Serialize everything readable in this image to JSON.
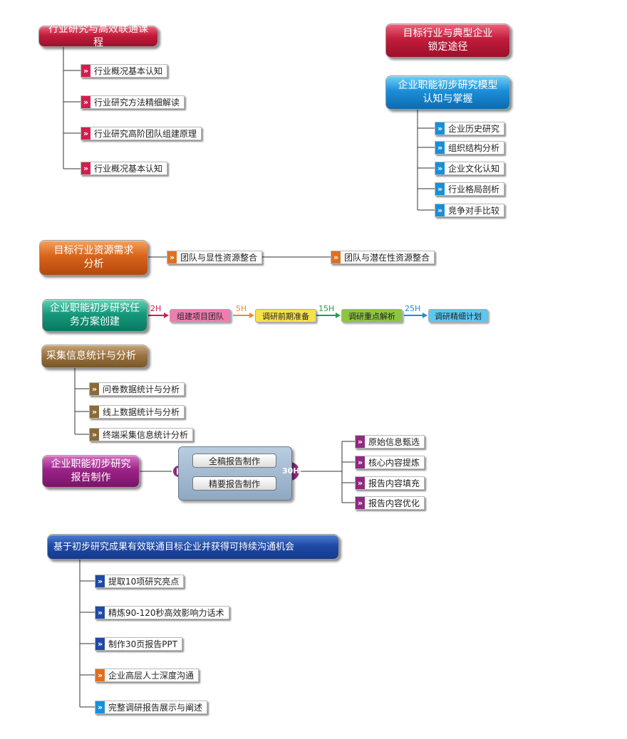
{
  "left_course": {
    "title": "行业研究与高效联通课程",
    "items": [
      "行业概况基本认知",
      "行业研究方法精细解读",
      "行业研究高阶团队组建原理",
      "行业概况基本认知"
    ]
  },
  "target_path": {
    "title": "目标行业与典型企业锁定途径"
  },
  "model": {
    "title": "企业职能初步研究模型认知与掌握",
    "items": [
      "企业历史研究",
      "组织结构分析",
      "企业文化认知",
      "行业格局剖析",
      "竞争对手比较"
    ]
  },
  "resource": {
    "title": "目标行业资源需求分析",
    "items": [
      "团队与显性资源整合",
      "团队与潜在性资源整合"
    ]
  },
  "task": {
    "title": "企业职能初步研究任务方案创建",
    "durations": [
      "2H",
      "5H",
      "15H",
      "25H"
    ],
    "steps": [
      "组建项目团队",
      "调研前期准备",
      "调研重点解析",
      "调研精细计划"
    ]
  },
  "collect": {
    "title": "采集信息统计与分析",
    "items": [
      "问卷数据统计与分析",
      "线上数据统计与分析",
      "终端采集信息统计分析"
    ]
  },
  "report": {
    "title": "企业职能初步研究报告制作",
    "buttons": [
      "全稿报告制作",
      "精要报告制作"
    ],
    "duration": "30H",
    "items": [
      "原始信息甄选",
      "核心内容提炼",
      "报告内容填充",
      "报告内容优化"
    ]
  },
  "contact": {
    "title": "基于初步研究成果有效联通目标企业并获得可持续沟通机会",
    "items": [
      "提取10项研究亮点",
      "精炼90-120秒高效影响力话术",
      "制作30页报告PPT",
      "企业高层人士深度沟通",
      "完整调研报告展示与阐述"
    ]
  },
  "colors": {
    "red": "#c11d3c",
    "blue": "#1b8ed8",
    "orange": "#d8641c",
    "teal": "#14997d",
    "brown": "#9b7442",
    "purple": "#9c2388",
    "navy": "#1f4aa5",
    "step_pink": "#f07cb0",
    "step_yellow": "#f7e04a",
    "step_green": "#8cc63f",
    "step_cyan": "#5cc8f0"
  }
}
